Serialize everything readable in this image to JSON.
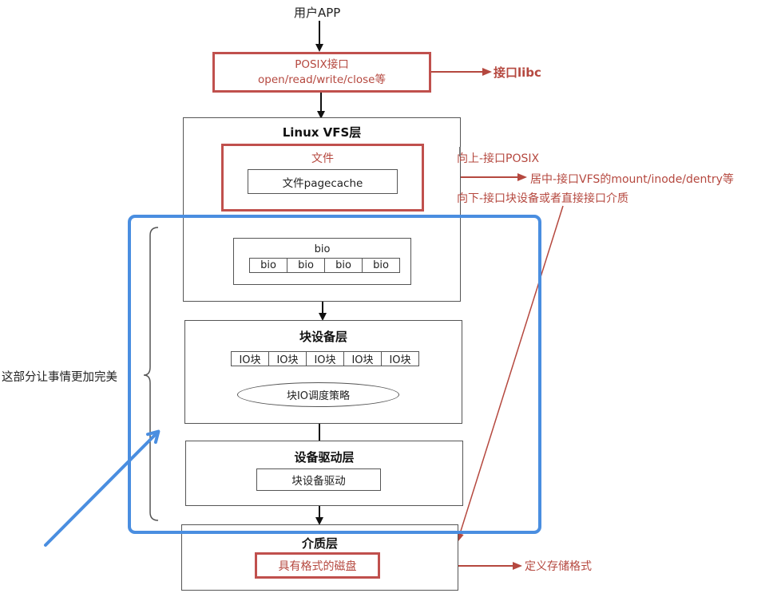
{
  "colors": {
    "accent_red": "#c0504d",
    "annotation_red": "#b5483f",
    "highlight_blue": "#4a8ee0",
    "line_gray": "#555555"
  },
  "user_app": {
    "label": "用户APP"
  },
  "posix": {
    "line1": "POSIX接口",
    "line2": "open/read/write/close等",
    "annotation": "接口libc"
  },
  "vfs": {
    "title": "Linux VFS层",
    "file_box_title": "文件",
    "pagecache_label": "文件pagecache",
    "annotations": {
      "up": "向上-接口POSIX",
      "middle": "居中-接口VFS的mount/inode/dentry等",
      "down": "向下-接口块设备或者直接接口介质"
    }
  },
  "bio": {
    "title": "bio",
    "cells": [
      "bio",
      "bio",
      "bio",
      "bio"
    ]
  },
  "block_layer": {
    "title": "块设备层",
    "io_blocks": [
      "IO块",
      "IO块",
      "IO块",
      "IO块",
      "IO块"
    ],
    "scheduler": "块IO调度策略"
  },
  "driver_layer": {
    "title": "设备驱动层",
    "driver": "块设备驱动"
  },
  "media_layer": {
    "title": "介质层",
    "disk": "具有格式的磁盘",
    "annotation": "定义存储格式"
  },
  "side_note": {
    "label": "这部分让事情更加完美"
  }
}
